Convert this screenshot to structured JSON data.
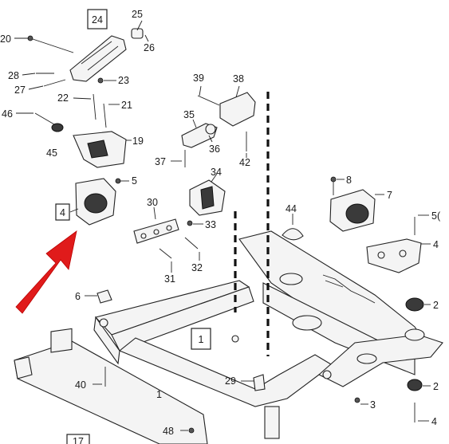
{
  "diagram": {
    "boxed_labels": [
      {
        "id": "24",
        "text": "24"
      },
      {
        "id": "4",
        "text": "4"
      },
      {
        "id": "1",
        "text": "1"
      },
      {
        "id": "17",
        "text": "17"
      }
    ],
    "callouts": [
      {
        "id": "25",
        "text": "25"
      },
      {
        "id": "26",
        "text": "26"
      },
      {
        "id": "20",
        "text": "20"
      },
      {
        "id": "28",
        "text": "28"
      },
      {
        "id": "27",
        "text": "27"
      },
      {
        "id": "23",
        "text": "23"
      },
      {
        "id": "22",
        "text": "22"
      },
      {
        "id": "21",
        "text": "21"
      },
      {
        "id": "46",
        "text": "46"
      },
      {
        "id": "45",
        "text": "45"
      },
      {
        "id": "19",
        "text": "19"
      },
      {
        "id": "5a",
        "text": "5"
      },
      {
        "id": "39",
        "text": "39"
      },
      {
        "id": "38",
        "text": "38"
      },
      {
        "id": "35",
        "text": "35"
      },
      {
        "id": "36",
        "text": "36"
      },
      {
        "id": "37",
        "text": "37"
      },
      {
        "id": "42",
        "text": "42"
      },
      {
        "id": "34",
        "text": "34"
      },
      {
        "id": "30",
        "text": "30"
      },
      {
        "id": "33",
        "text": "33"
      },
      {
        "id": "32",
        "text": "32"
      },
      {
        "id": "31",
        "text": "31"
      },
      {
        "id": "8",
        "text": "8"
      },
      {
        "id": "7",
        "text": "7"
      },
      {
        "id": "44",
        "text": "44"
      },
      {
        "id": "5b",
        "text": "5("
      },
      {
        "id": "4b",
        "text": "4"
      },
      {
        "id": "6",
        "text": "6"
      },
      {
        "id": "2a",
        "text": "2"
      },
      {
        "id": "1b",
        "text": "1"
      },
      {
        "id": "40",
        "text": "40"
      },
      {
        "id": "29",
        "text": "29"
      },
      {
        "id": "3",
        "text": "3"
      },
      {
        "id": "2b",
        "text": "2"
      },
      {
        "id": "48",
        "text": "48"
      },
      {
        "id": "4c",
        "text": "4"
      }
    ]
  }
}
